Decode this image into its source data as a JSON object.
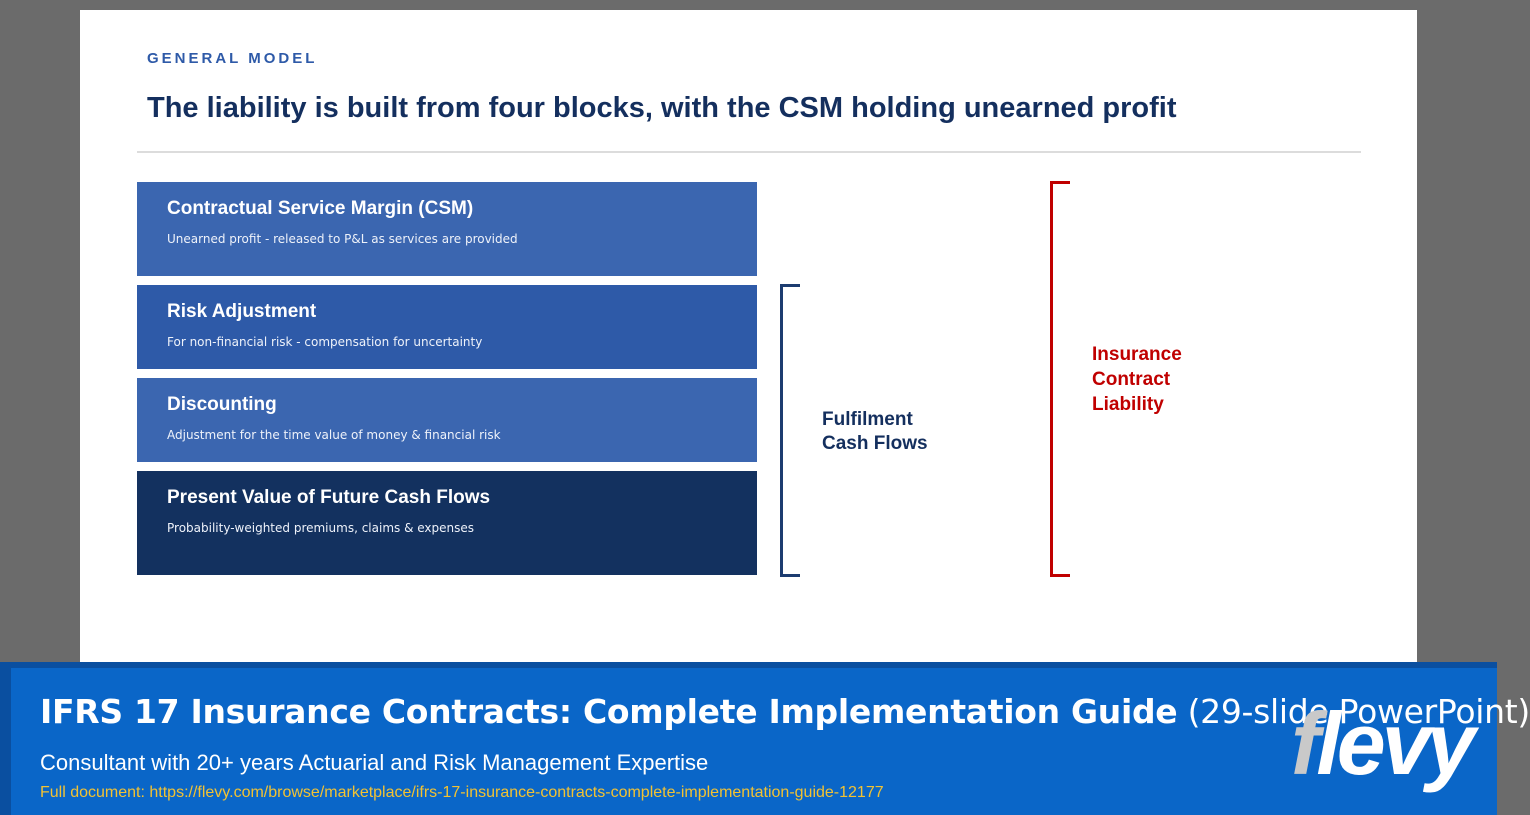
{
  "slide": {
    "eyebrow": "GENERAL MODEL",
    "title": "The liability is built from four blocks, with the CSM holding unearned profit",
    "blocks": [
      {
        "name": "Contractual Service Margin (CSM)",
        "desc": "Unearned profit - released to P&L as services are provided",
        "color": "#3b66b0"
      },
      {
        "name": "Risk Adjustment",
        "desc": "For non-financial risk - compensation for uncertainty",
        "color": "#2e5aa8"
      },
      {
        "name": "Discounting",
        "desc": "Adjustment for the time value of money & financial risk",
        "color": "#3b66b0"
      },
      {
        "name": "Present Value of Future Cash Flows",
        "desc": "Probability-weighted premiums, claims & expenses",
        "color": "#13315f"
      }
    ],
    "fulfilment_label": {
      "line1": "Fulfilment",
      "line2": "Cash Flows",
      "color": "#142f5e"
    },
    "icl_label": {
      "line1": "Insurance",
      "line2": "Contract",
      "line3": "Liability",
      "color": "#c00000"
    }
  },
  "banner": {
    "title_bold": "IFRS 17 Insurance Contracts: Complete Implementation Guide",
    "title_suffix": " (29-slide PowerPoint)",
    "subtitle": "Consultant with 20+ years Actuarial and Risk Management Expertise",
    "link": "Full document: https://flevy.com/browse/marketplace/ifrs-17-insurance-contracts-complete-implementation-guide-12177",
    "logo_first": "f",
    "logo_rest": "levy",
    "link_color": "#f2c233",
    "bg_color": "#0a66c8"
  }
}
